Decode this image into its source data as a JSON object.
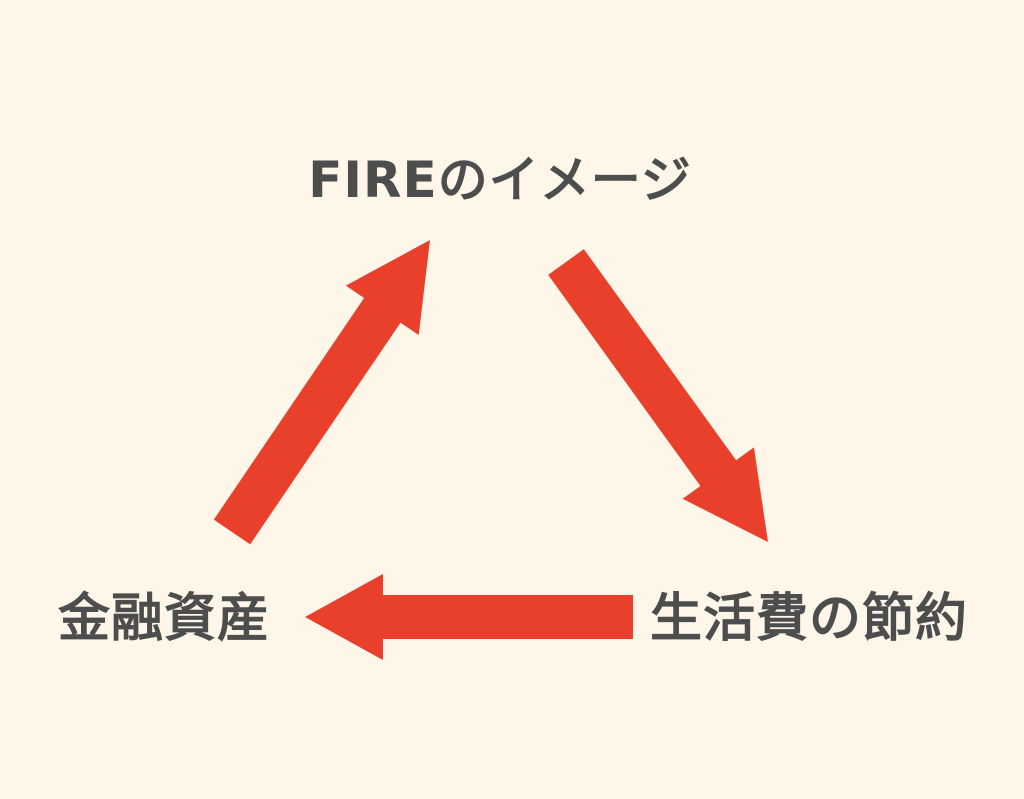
{
  "diagram": {
    "title": "FIRE image cycle",
    "nodes": {
      "top": "FIREのイメージ",
      "bottom_right": "生活費の節約",
      "bottom_left": "金融資産"
    },
    "edges": [
      {
        "from": "金融資産",
        "to": "FIREのイメージ"
      },
      {
        "from": "FIREのイメージ",
        "to": "生活費の節約"
      },
      {
        "from": "生活費の節約",
        "to": "金融資産"
      }
    ],
    "colors": {
      "arrow": "#e8402a",
      "text": "#4d4d4d",
      "background": "#fdf6e9"
    }
  }
}
